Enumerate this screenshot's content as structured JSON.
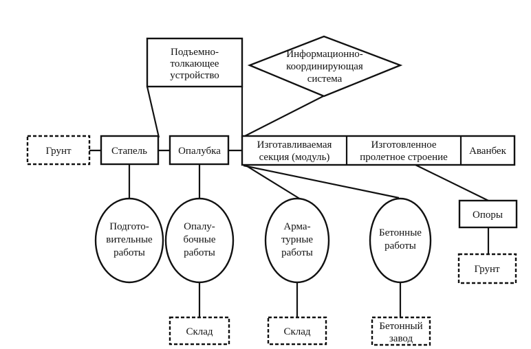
{
  "nodes": {
    "ground_left": "Грунт",
    "stapel": "Стапель",
    "opalubka": "Опалубка",
    "section": [
      "Изготавливаемая",
      "секция (модуль)"
    ],
    "span": [
      "Изготовленное",
      "пролетное строение"
    ],
    "avanbek": "Аванбек",
    "lift": [
      "Подъемно-",
      "толкающее",
      "устройство"
    ],
    "info": [
      "Информационно-",
      "координирующая",
      "система"
    ],
    "prep_works": [
      "Подгото-",
      "вительные",
      "работы"
    ],
    "formwork_works": [
      "Опалу-",
      "бочные",
      "работы"
    ],
    "rebar_works": [
      "Арма-",
      "турные",
      "работы"
    ],
    "concrete_works": [
      "Бетонные",
      "работы"
    ],
    "supports": "Опоры",
    "ground_right": "Грунт",
    "warehouse_1": "Склад",
    "warehouse_2": "Склад",
    "concrete_plant": [
      "Бетонный",
      "завод"
    ]
  }
}
